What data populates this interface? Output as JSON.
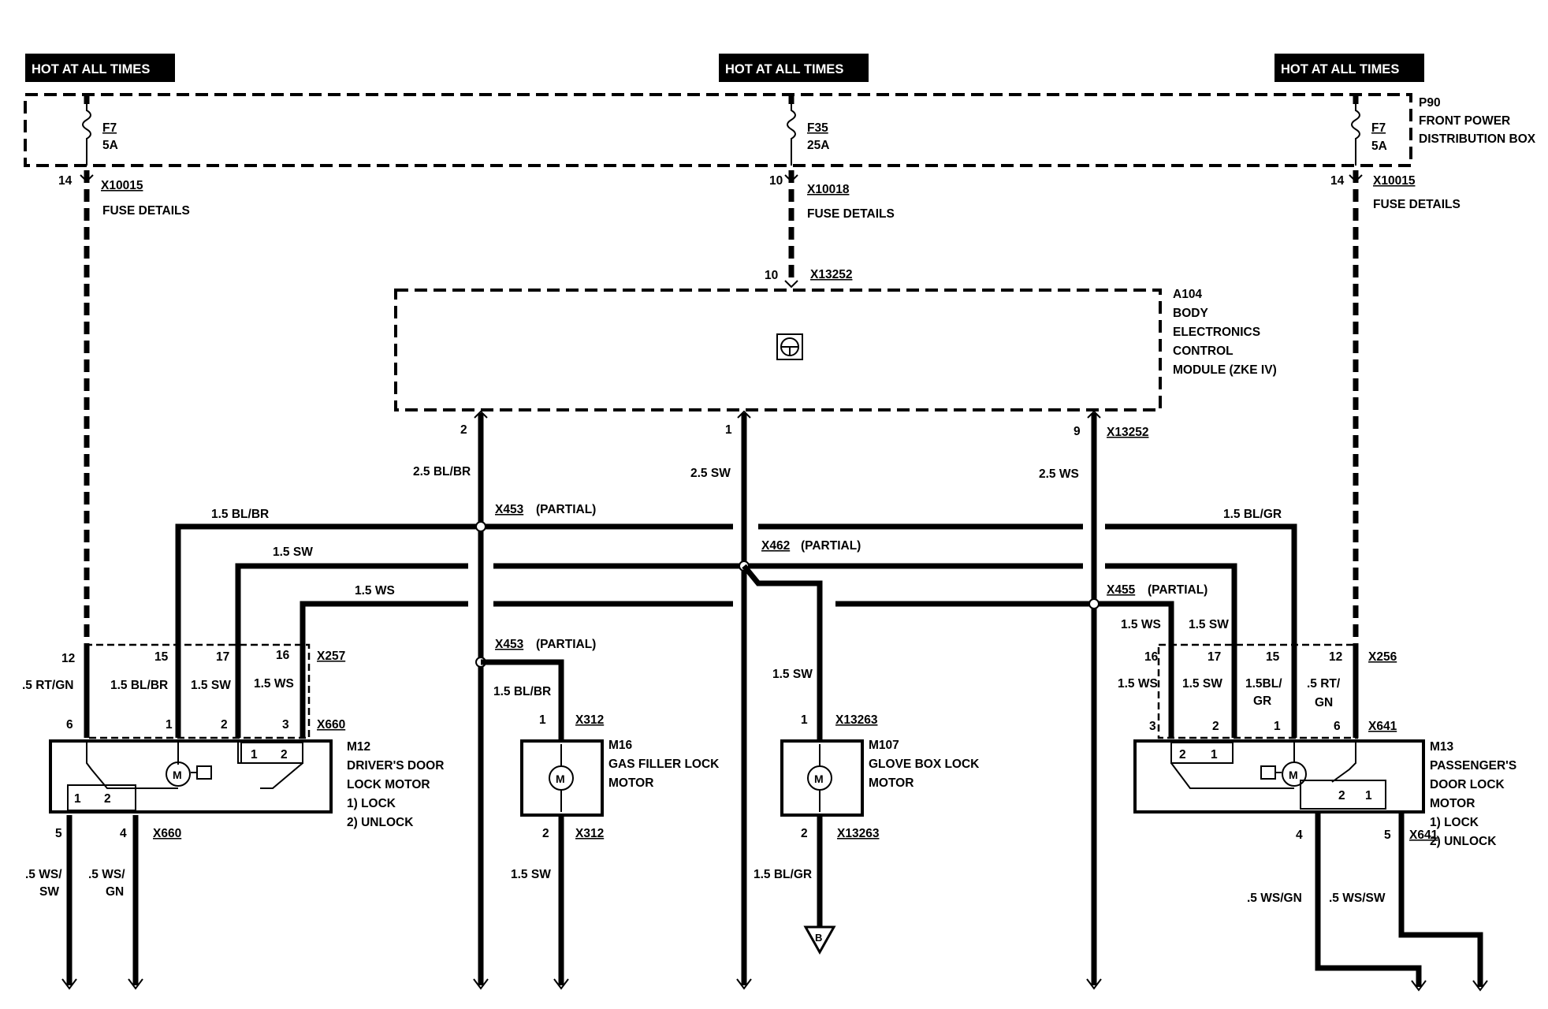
{
  "supply": {
    "hot_left": "HOT AT ALL TIMES",
    "hot_center": "HOT AT ALL TIMES",
    "hot_right": "HOT AT ALL TIMES"
  },
  "p90": {
    "id": "P90",
    "line1": "FRONT POWER",
    "line2": "DISTRIBUTION BOX"
  },
  "fuses": {
    "left": {
      "id": "F7",
      "rating": "5A",
      "pin": "14",
      "connector": "X10015",
      "details": "FUSE DETAILS"
    },
    "center": {
      "id": "F35",
      "rating": "25A",
      "pin": "10",
      "connector": "X10018",
      "details": "FUSE DETAILS"
    },
    "right": {
      "id": "F7",
      "rating": "5A",
      "pin": "14",
      "connector": "X10015",
      "details": "FUSE DETAILS"
    }
  },
  "a104": {
    "id": "A104",
    "line1": "BODY",
    "line2": "ELECTRONICS",
    "line3": "CONTROL",
    "line4": "MODULE (ZKE IV)",
    "input_pin": "10",
    "input_connector": "X13252",
    "out_pin_left": "2",
    "out_pin_mid": "1",
    "out_pin_right": "9",
    "out_connector": "X13252"
  },
  "wires": {
    "bus_left": "2.5 BL/BR",
    "bus_mid": "2.5 SW",
    "bus_right": "2.5 WS",
    "h_blbr": "1.5 BL/BR",
    "h_sw": "1.5 SW",
    "h_ws": "1.5 WS",
    "h_blgr": "1.5 BL/GR",
    "sp_x453": "X453",
    "sp_x453_note": "(PARTIAL)",
    "sp_x462": "X462",
    "sp_x462_note": "(PARTIAL)",
    "sp_x455": "X455",
    "sp_x455_note": "(PARTIAL)",
    "r_ws": "1.5 WS",
    "r_sw": "1.5 SW"
  },
  "x257": {
    "id": "X257",
    "pins": [
      "12",
      "15",
      "17",
      "16"
    ],
    "wires": [
      ".5 RT/GN",
      "1.5 BL/BR",
      "1.5 SW",
      "1.5 WS"
    ]
  },
  "x660": {
    "id": "X660",
    "pins": [
      "6",
      "1",
      "2",
      "3"
    ],
    "bottom_pins": [
      "5",
      "4"
    ]
  },
  "m12": {
    "id": "M12",
    "line1": "DRIVER'S DOOR",
    "line2": "LOCK MOTOR",
    "opt1": "1)   LOCK",
    "opt2": "2)   UNLOCK",
    "sw1": "1",
    "sw2": "2",
    "lsw1": "1",
    "lsw2": "2",
    "out_left_l1": ".5 WS/",
    "out_left_l2": "SW",
    "out_right_l1": ".5 WS/",
    "out_right_l2": "GN"
  },
  "m16": {
    "id": "M16",
    "line1": "GAS FILLER LOCK",
    "line2": "MOTOR",
    "splice": "X453",
    "splice_note": "(PARTIAL)",
    "in_wire": "1.5 BL/BR",
    "pin_in": "1",
    "conn_in": "X312",
    "pin_out": "2",
    "conn_out": "X312",
    "out_wire": "1.5 SW"
  },
  "m107": {
    "id": "M107",
    "line1": "GLOVE BOX LOCK",
    "line2": "MOTOR",
    "in_wire": "1.5 SW",
    "pin_in": "1",
    "conn_in": "X13263",
    "pin_out": "2",
    "conn_out": "X13263",
    "out_wire": "1.5 BL/GR",
    "ground_label": "B"
  },
  "x256": {
    "id": "X256",
    "pins": [
      "16",
      "17",
      "15",
      "12"
    ],
    "wires": [
      "1.5 WS",
      "1.5 SW",
      "1.5BL/",
      "GR",
      ".5 RT/",
      "GN"
    ]
  },
  "x641": {
    "id": "X641",
    "pins": [
      "3",
      "2",
      "1",
      "6"
    ],
    "bottom_pins": [
      "4",
      "5"
    ]
  },
  "m13": {
    "id": "M13",
    "line1": "PASSENGER'S",
    "line2": "DOOR LOCK",
    "line3": "MOTOR",
    "opt1": "1)   LOCK",
    "opt2": "2)   UNLOCK",
    "sw1": "2",
    "sw2": "1",
    "lsw1": "2",
    "lsw2": "1",
    "out_left": ".5 WS/GN",
    "out_right": ".5 WS/SW"
  },
  "motor_symbol": "M"
}
